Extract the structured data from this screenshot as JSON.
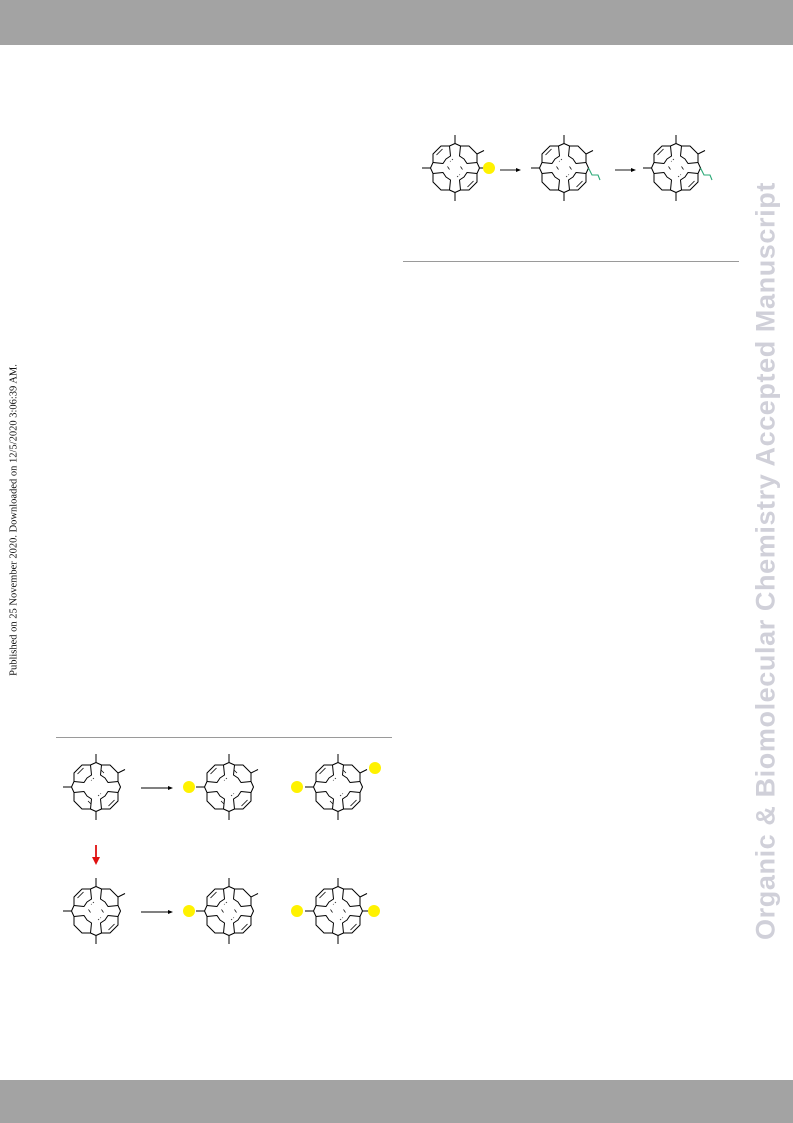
{
  "page": {
    "published_note": "Published on 25 November 2020. Downloaded on 12/5/2020 3:06:39 AM.",
    "watermark": "Organic & Biomolecular Chemistry Accepted Manuscript"
  },
  "colors": {
    "header_bar": "#a3a3a3",
    "footer_bar": "#a3a3a3",
    "watermark": "#d0d0d9",
    "highlight_dot": "#fff200",
    "green_substituent": "#2aa876",
    "red_arrow": "#e01010",
    "rule": "#9a9a9a"
  },
  "scheme_top": {
    "structures": [
      {
        "id": "porphyrin-1",
        "highlight": [
          "right"
        ]
      },
      {
        "id": "porphyrin-2",
        "substituent": "green-chain"
      },
      {
        "id": "porphyrin-3",
        "substituent": "green-chain"
      }
    ],
    "arrows": 2
  },
  "scheme_bottom": {
    "rows": [
      {
        "structures": [
          {
            "id": "porphyrin-a1",
            "highlight": []
          },
          {
            "id": "porphyrin-a2",
            "highlight": [
              "left"
            ]
          },
          {
            "id": "porphyrin-a3",
            "highlight": [
              "left",
              "top-right"
            ]
          }
        ]
      },
      {
        "structures": [
          {
            "id": "porphyrin-b1",
            "highlight": []
          },
          {
            "id": "porphyrin-b2",
            "highlight": [
              "left"
            ]
          },
          {
            "id": "porphyrin-b3",
            "highlight": [
              "left",
              "right"
            ]
          }
        ]
      }
    ],
    "arrows": 2,
    "red_arrow": 1
  }
}
